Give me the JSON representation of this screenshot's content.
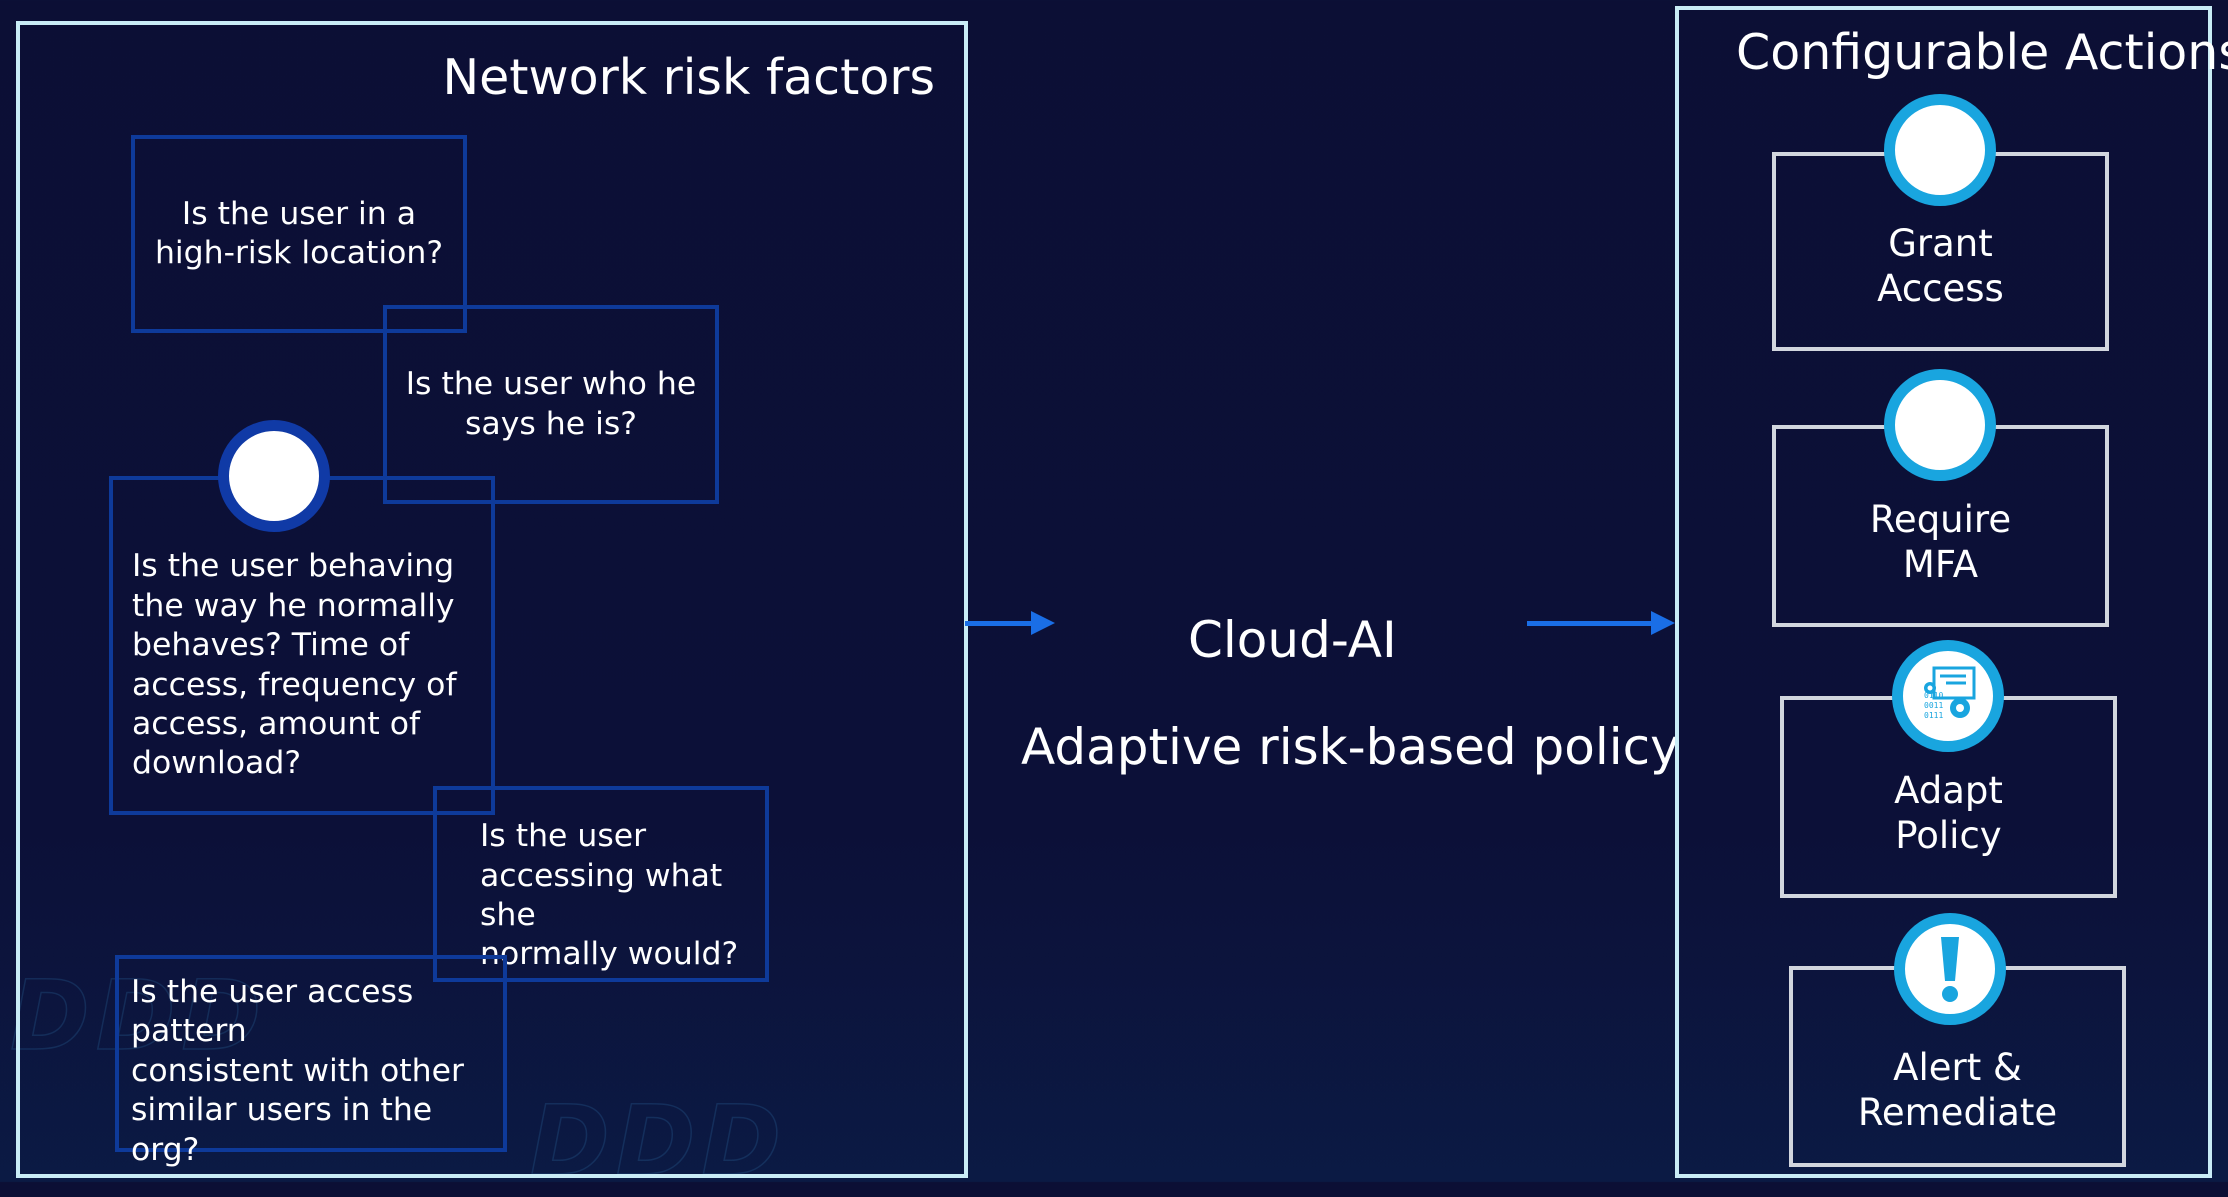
{
  "colors": {
    "background": "#0c0f35",
    "panel_border": "#c9ecf6",
    "risk_box_border": "#0e3a9a",
    "arrow": "#1a6ee6",
    "icon_ring": "#19a5df",
    "action_border": "#d2d6de"
  },
  "network_risk": {
    "title": "Network risk factors",
    "questions": [
      {
        "text": "Is the user in a\nhigh-risk location?"
      },
      {
        "text": "Is the user who he\nsays he is?"
      },
      {
        "text": "Is the user behaving\nthe way he normally\nbehaves? Time of\naccess, frequency of\naccess, amount of\ndownload?"
      },
      {
        "text": "Is the user\naccessing what she\nnormally would?"
      },
      {
        "text": "Is the user access pattern\nconsistent with other\nsimilar users in the org?"
      }
    ]
  },
  "engine": {
    "name": "Cloud-AI",
    "policy": "Adaptive risk-based policy"
  },
  "actions": {
    "title": "Configurable Actions",
    "items": [
      {
        "label": "Grant\nAccess",
        "icon": "blank-circle-icon"
      },
      {
        "label": "Require\nMFA",
        "icon": "blank-circle-icon"
      },
      {
        "label": "Adapt\nPolicy",
        "icon": "policy-gear-icon"
      },
      {
        "label": "Alert &\nRemediate",
        "icon": "exclamation-icon"
      }
    ]
  }
}
